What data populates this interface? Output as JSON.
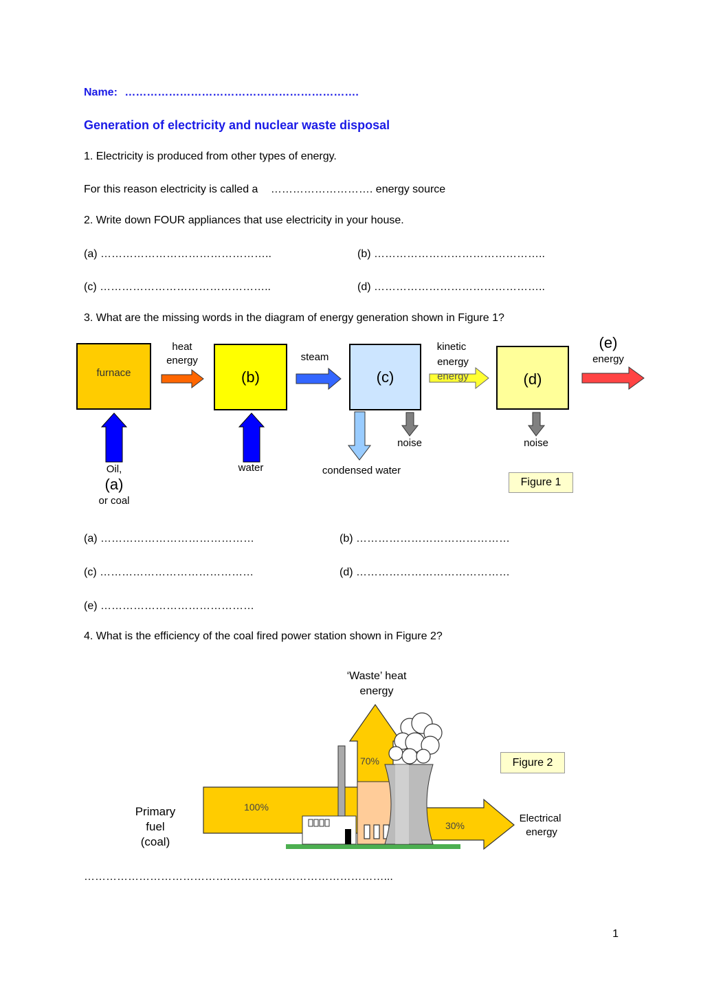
{
  "header": {
    "name_label": "Name:",
    "name_line": "……………………………………………………….",
    "title": "Generation of electricity and nuclear waste disposal"
  },
  "q1": {
    "text": "1. Electricity is produced from other types of energy.",
    "line_prefix": "For this reason electricity is called a",
    "line_dots": "……………………….",
    "line_suffix": "energy source"
  },
  "q2": {
    "text": "2. Write down FOUR appliances that use electricity in your house.",
    "a": "(a) ………………………………………..",
    "b": "(b) ………………………………………..",
    "c": "(c) ………………………………………..",
    "d": "(d) ……………………………………….."
  },
  "q3": {
    "text": "3. What are the missing words in the diagram of energy generation shown in Figure 1?",
    "figure": {
      "furnace": "furnace",
      "heat_energy_1": "heat",
      "heat_energy_2": "energy",
      "b": "(b)",
      "steam": "steam",
      "c": "(c)",
      "kinetic_1": "kinetic",
      "kinetic_2": "energy",
      "energy_overlay": "energy",
      "d": "(d)",
      "e": "(e)",
      "e_energy": "energy",
      "noise_1": "noise",
      "noise_2": "noise",
      "oil": "Oil,",
      "a": "(a)",
      "or_coal": "or coal",
      "water": "water",
      "condensed_water": "condensed water",
      "figure_label": "Figure 1"
    },
    "answers": {
      "a": "(a) ……………………………………",
      "b": "(b) ……………………………………",
      "c": "(c) ……………………………………",
      "d": "(d) ……………………………………",
      "e": "(e) ……………………………………"
    }
  },
  "q4": {
    "text": "4. What is the efficiency of the coal fired power station shown in Figure 2?",
    "figure": {
      "waste_heat_1": "‘Waste’ heat",
      "waste_heat_2": "energy",
      "pct_70": "70%",
      "pct_100": "100%",
      "pct_30": "30%",
      "primary_1": "Primary",
      "primary_2": "fuel",
      "primary_3": "(coal)",
      "electrical_1": "Electrical",
      "electrical_2": "energy",
      "figure_label": "Figure 2"
    },
    "answer_line": "………………………………….……………………………………..."
  },
  "footer": {
    "page_number": "1"
  },
  "colors": {
    "heading_blue": "#1a1ae6",
    "furnace_fill": "#ffcc00",
    "b_fill": "#ffff00",
    "c_fill": "#cce5ff",
    "d_fill": "#ffff99",
    "heat_arrow": "#ff6600",
    "steam_arrow": "#3366ff",
    "kinetic_arrow": "#ffff33",
    "output_arrow": "#ff4444",
    "input_arrow": "#0000ff",
    "condensed_arrow": "#99ccff",
    "noise_arrow": "#808080",
    "flow_arrow": "#ffcc00"
  }
}
